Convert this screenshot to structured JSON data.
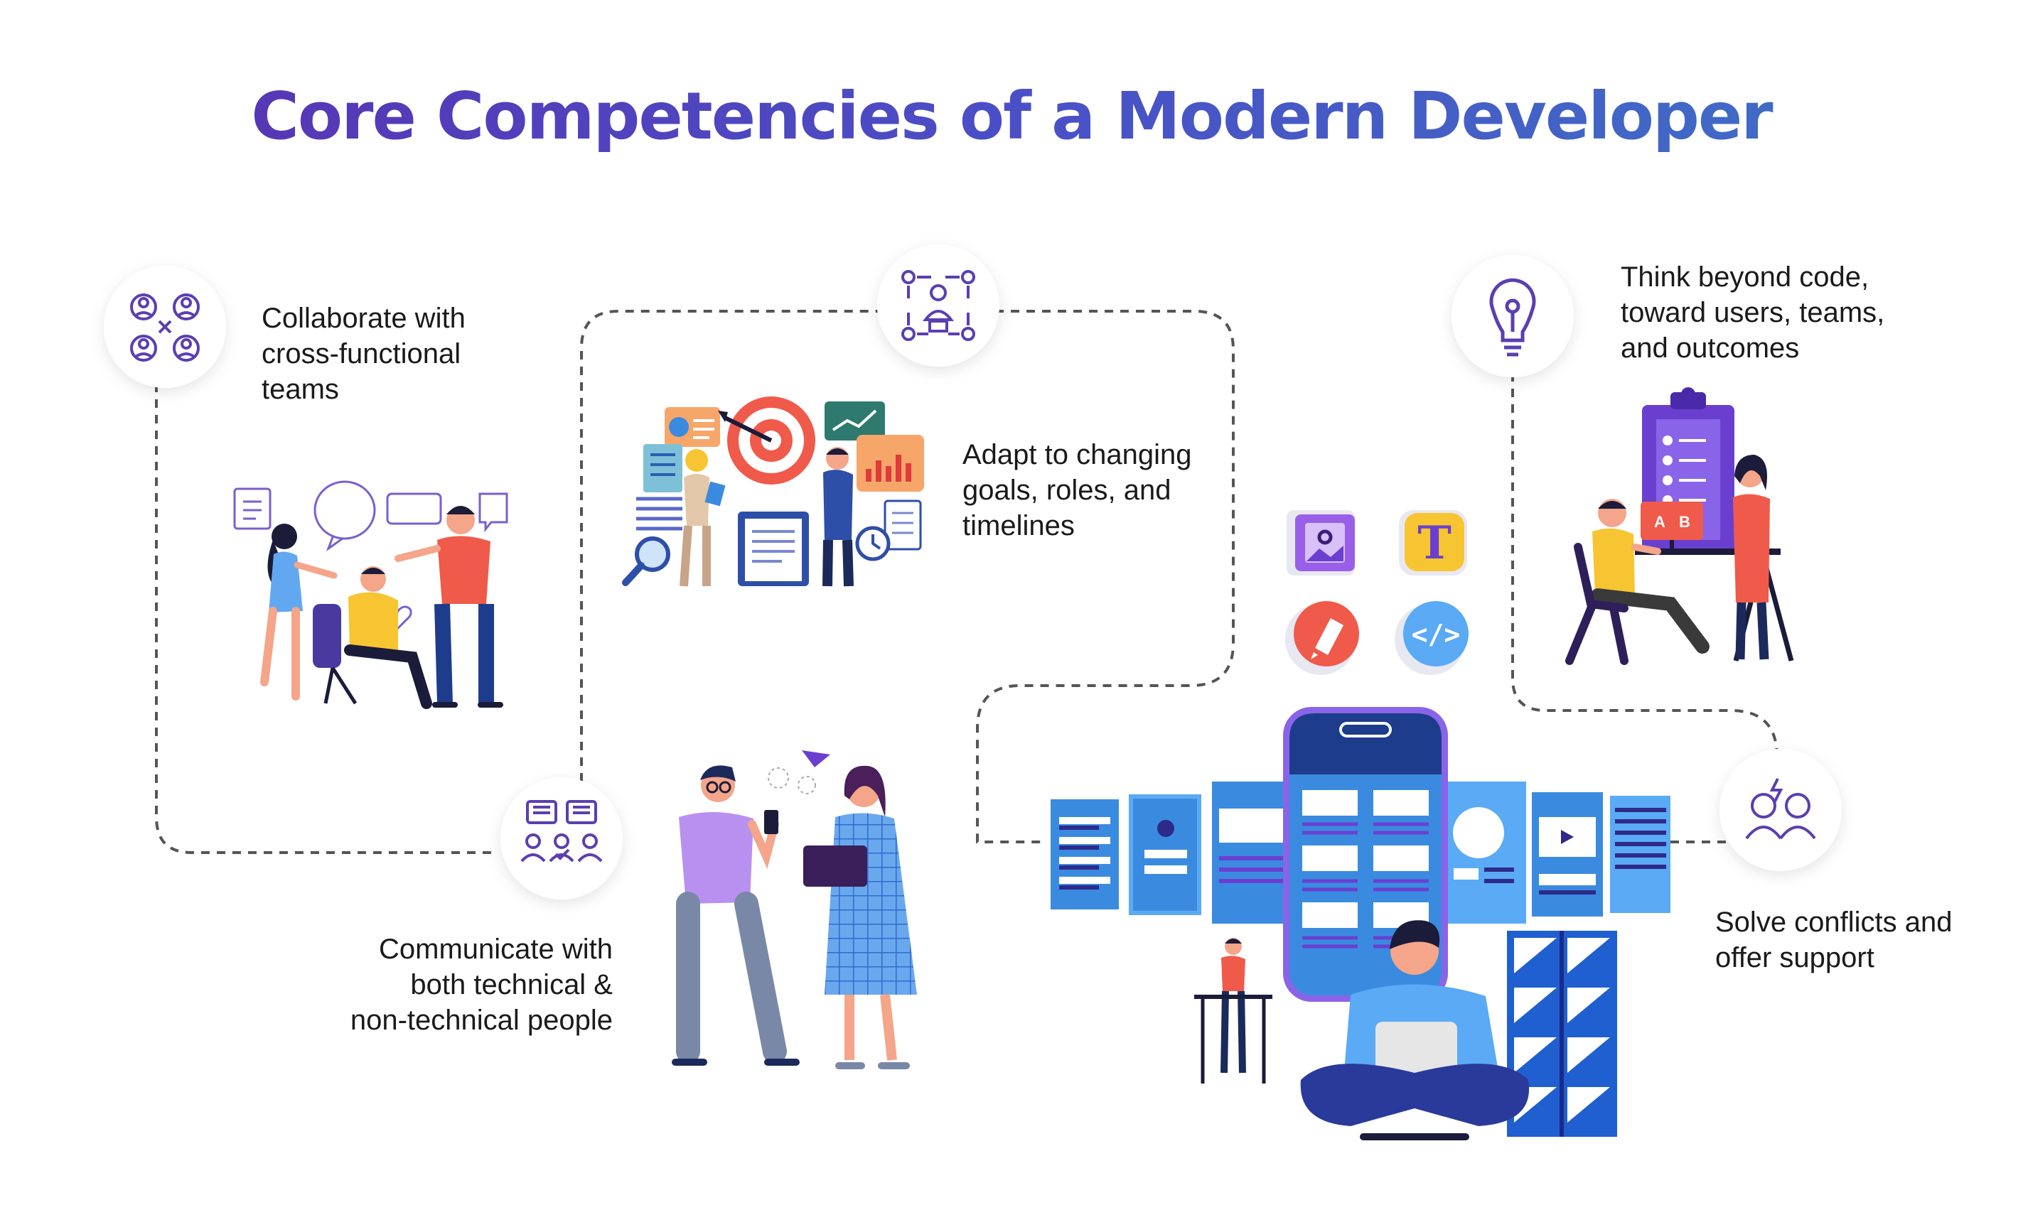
{
  "title": "Core Competencies of a Modern Developer",
  "competencies": [
    {
      "id": "collaborate",
      "icon": "team-collaboration-icon",
      "lines": [
        "Collaborate with",
        "cross-functional",
        "teams"
      ]
    },
    {
      "id": "adapt",
      "icon": "adaptive-roles-icon",
      "lines": [
        "Adapt to changing",
        "goals, roles, and",
        "timelines"
      ]
    },
    {
      "id": "communicate",
      "icon": "communication-icon",
      "lines": [
        "Communicate with",
        "both technical &",
        "non-technical people"
      ]
    },
    {
      "id": "think",
      "icon": "lightbulb-icon",
      "lines": [
        "Think beyond code,",
        "toward users, teams,",
        "and outcomes"
      ]
    },
    {
      "id": "solve",
      "icon": "support-people-icon",
      "lines": [
        "Solve conflicts and",
        "offer support"
      ]
    }
  ],
  "illustration_text": {
    "ab_left": "A",
    "ab_right": "B",
    "code_tag": "</>",
    "text_tool": "T"
  },
  "colors": {
    "title_start": "#5b2fb0",
    "title_end": "#3d73c6",
    "icon_purple": "#5b3fb0",
    "accent_blue": "#3a8be0",
    "accent_coral": "#f05a4a",
    "accent_yellow": "#f7c531",
    "connector": "#555555"
  }
}
